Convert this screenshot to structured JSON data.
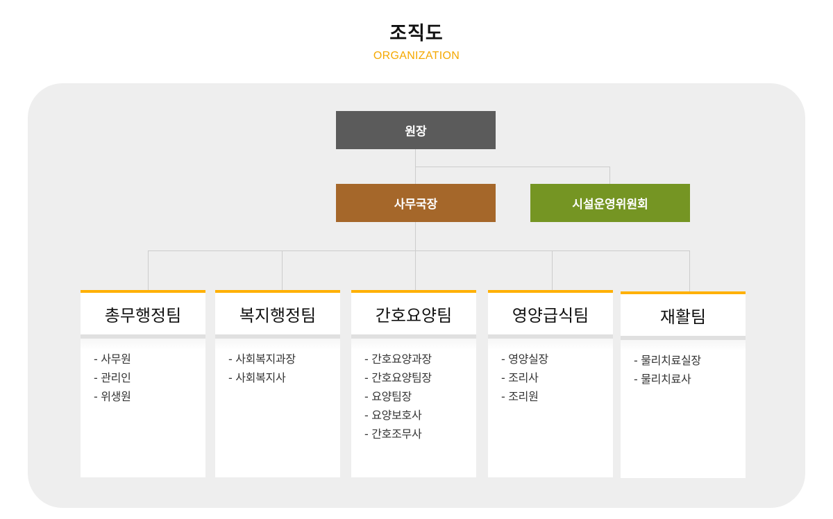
{
  "header": {
    "title": "조직도",
    "subtitle": "ORGANIZATION"
  },
  "colors": {
    "accent": "#ffb000",
    "subtitle": "#f5a800",
    "panel_bg": "#eeeeee",
    "director": "#5b5b5b",
    "secretary_general": "#a5672a",
    "committee": "#759523",
    "connector": "#cccccc"
  },
  "chart": {
    "director": {
      "label": "원장"
    },
    "secretary_general": {
      "label": "사무국장"
    },
    "committee": {
      "label": "시설운영위원회"
    },
    "teams": [
      {
        "name": "총무행정팀",
        "members": [
          "- 사무원",
          "- 관리인",
          "- 위생원"
        ]
      },
      {
        "name": "복지행정팀",
        "members": [
          "- 사회복지과장",
          "- 사회복지사"
        ]
      },
      {
        "name": "간호요양팀",
        "members": [
          "- 간호요양과장",
          "- 간호요양팀장",
          "- 요양팀장",
          "- 요양보호사",
          "- 간호조무사"
        ]
      },
      {
        "name": "영양급식팀",
        "members": [
          "- 영양실장",
          "- 조리사",
          "- 조리원"
        ]
      },
      {
        "name": "재활팀",
        "members": [
          "- 물리치료실장",
          "- 물리치료사"
        ]
      }
    ]
  }
}
